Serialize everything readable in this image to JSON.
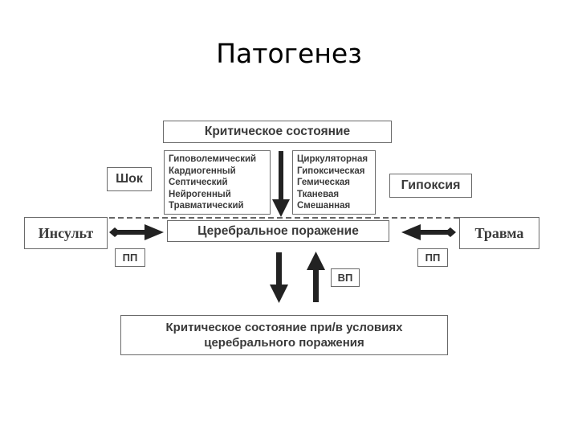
{
  "title": "Патогенез",
  "nodes": {
    "critical_state": "Критическое состояние",
    "shock_types": [
      "Гиповолемический",
      "Кардиогенный",
      "Септический",
      "Нейрогенный",
      "Травматический"
    ],
    "hypoxia_types": [
      "Циркуляторная",
      "Гипоксическая",
      "Гемическая",
      "Тканевая",
      "Смешанная"
    ],
    "shock": "Шок",
    "hypoxia": "Гипоксия",
    "stroke": "Инсульт",
    "trauma": "Травма",
    "cerebral_damage": "Церебральное поражение",
    "pp_left": "ПП",
    "pp_right": "ПП",
    "vp": "ВП",
    "result_line1": "Критическое состояние при/в условиях",
    "result_line2": "церебрального поражения"
  }
}
